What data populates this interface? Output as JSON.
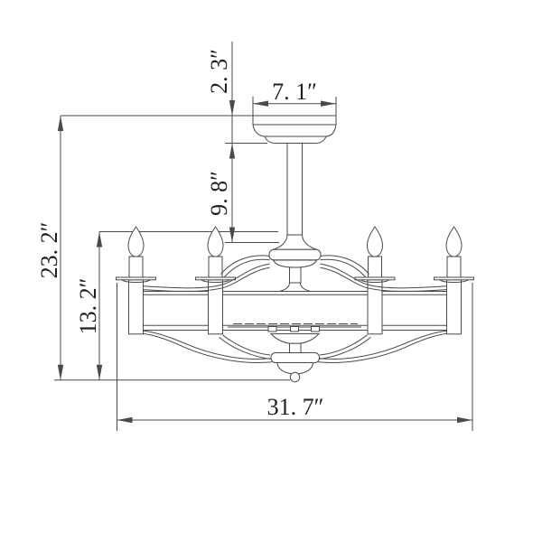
{
  "drawing": {
    "type": "product-dimension-diagram",
    "subject": "candelabra-chandelier-ceiling-fan-line-drawing",
    "background_color": "#ffffff",
    "line_color": "#4a4a4a",
    "text_color": "#1f1f1f",
    "unit_symbol": "″",
    "dimensions": {
      "canopy_height": {
        "label": "2. 3″",
        "inches": 2.3
      },
      "canopy_width": {
        "label": "7. 1″",
        "inches": 7.1
      },
      "downrod_length": {
        "label": "9. 8″",
        "inches": 9.8
      },
      "total_height": {
        "label": "23. 2″",
        "inches": 23.2
      },
      "body_height": {
        "label": "13. 2″",
        "inches": 13.2
      },
      "total_width": {
        "label": "31. 7″",
        "inches": 31.7
      }
    }
  }
}
